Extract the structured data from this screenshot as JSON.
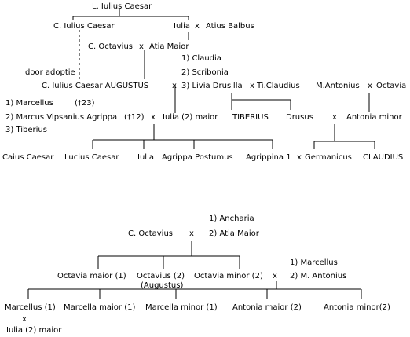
{
  "tree1": {
    "l_iulius_caesar": "L. Iulius Caesar",
    "c_iulius_caesar": "C. Iulius Caesar",
    "iulia": "Iulia",
    "x_iulia_atius": "x",
    "atius_balbus": "Atius Balbus",
    "c_octavius": "C. Octavius",
    "x_octavius_atia": "x",
    "atia_maior": "Atia Maior",
    "door_adoptie": "door adoptie",
    "wives": [
      "1) Claudia",
      "2) Scribonia",
      "3) Livia Drusilla"
    ],
    "augustus": "C. Iulius Caesar AUGUSTUS",
    "x_augustus_wives": "x",
    "x_livia_tiberius": "x",
    "ti_claudius": "Ti.Claudius",
    "m_antonius": "M.Antonius",
    "x_antonius_octavia": "x",
    "octavia": "Octavia",
    "iulia_husbands": [
      {
        "label": "1) Marcellus",
        "note": "(†23)"
      },
      {
        "label": "2) Marcus Vipsanius Agrippa",
        "note": "(†12)"
      },
      {
        "label": "3) Tiberius",
        "note": ""
      }
    ],
    "x_agrippa_iulia": "x",
    "iulia_2_maior": "Iulia (2) maior",
    "tiberius": "TIBERIUS",
    "drusus": "Drusus",
    "x_drusus_antonia": "x",
    "antonia_minor": "Antonia minor",
    "children_agrippa": [
      "Caius Caesar",
      "Lucius Caesar",
      "Iulia",
      "Agrippa Postumus",
      "Agrippina 1"
    ],
    "x_agrippina_germanicus": "x",
    "children_drusus": [
      "Germanicus",
      "CLAUDIUS"
    ]
  },
  "tree2": {
    "wives": [
      "1) Ancharia",
      "2) Atia Maior"
    ],
    "c_octavius": "C. Octavius",
    "x_octavius": "x",
    "children": [
      "Octavia maior (1)",
      "Octavius (2)",
      "Octavia minor (2)"
    ],
    "augustus_note": "(Augustus)",
    "x_octavia_minor": "x",
    "husbands": [
      "1) Marcellus",
      "2) M. Antonius"
    ],
    "grandchildren": [
      "Marcellus (1)",
      "Marcella maior (1)",
      "Marcella minor (1)",
      "Antonia maior (2)",
      "Antonia minor(2)"
    ],
    "x_marcellus": "x",
    "iulia_2_maior": "Iulia (2) maior"
  }
}
